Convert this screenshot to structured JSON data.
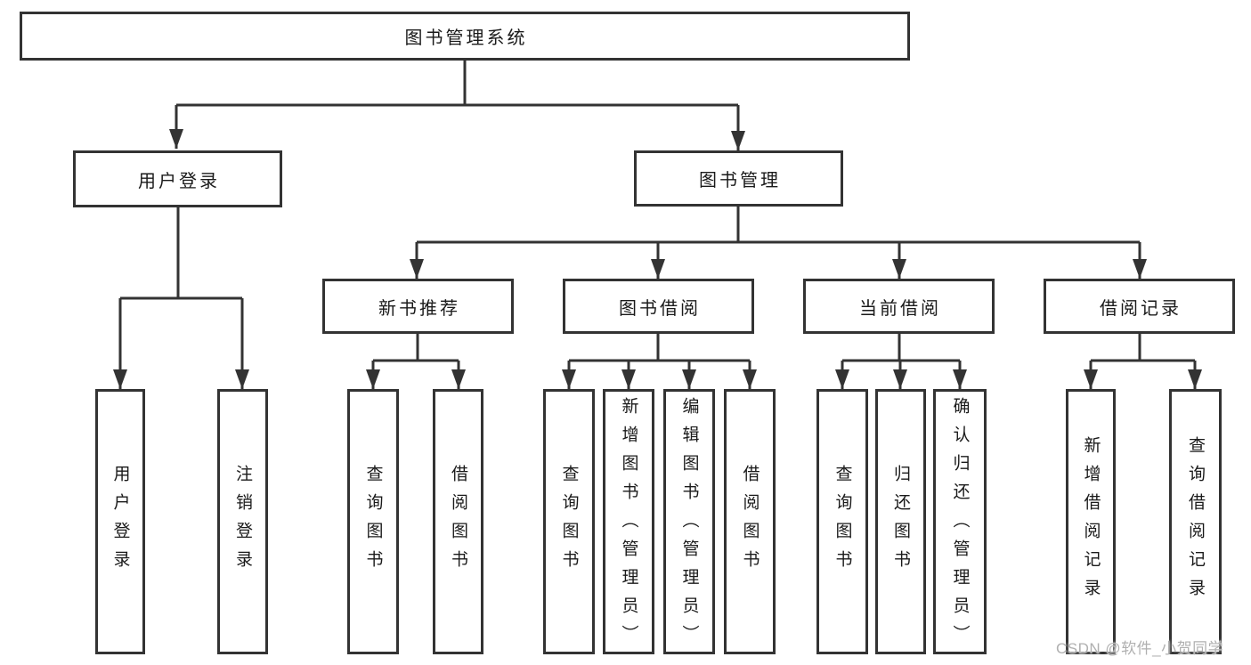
{
  "colors": {
    "line": "#333333",
    "box_border": "#333333",
    "box_background": "#ffffff",
    "text": "#1a1a1a",
    "watermark_text": "#b0b0b0",
    "page_background": "#ffffff"
  },
  "watermark": "CSDN @软件_小贺同学",
  "tree": {
    "label": "图书管理系统",
    "children": [
      {
        "label": "用户登录",
        "children": [
          {
            "label": "用户登录"
          },
          {
            "label": "注销登录"
          }
        ]
      },
      {
        "label": "图书管理",
        "children": [
          {
            "label": "新书推荐",
            "children": [
              {
                "label": "查询图书"
              },
              {
                "label": "借阅图书"
              }
            ]
          },
          {
            "label": "图书借阅",
            "children": [
              {
                "label": "查询图书"
              },
              {
                "label": "新增图书（管理员）"
              },
              {
                "label": "编辑图书（管理员）"
              },
              {
                "label": "借阅图书"
              }
            ]
          },
          {
            "label": "当前借阅",
            "children": [
              {
                "label": "查询图书"
              },
              {
                "label": "归还图书"
              },
              {
                "label": "确认归还（管理员）"
              }
            ]
          },
          {
            "label": "借阅记录",
            "children": [
              {
                "label": "新增借阅记录"
              },
              {
                "label": "查询借阅记录"
              }
            ]
          }
        ]
      }
    ]
  }
}
